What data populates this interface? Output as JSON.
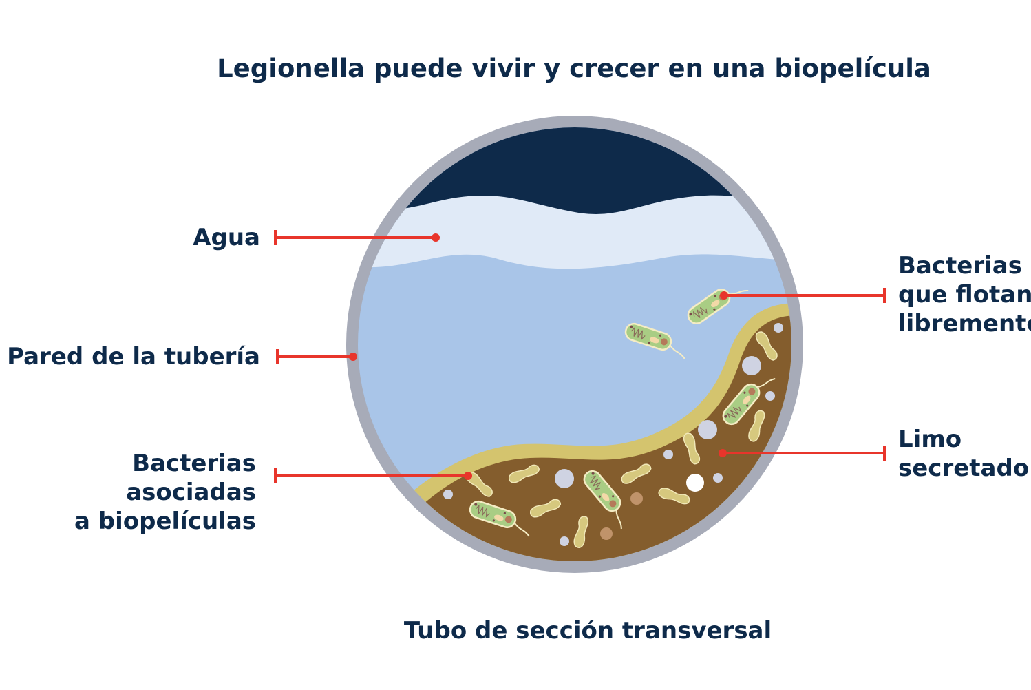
{
  "title": "Legionella puede vivir y crecer en una biopelícula",
  "subtitle": "Tubo de sección transversal",
  "labels": {
    "water": "Agua",
    "pipe_wall": "Pared de la tubería",
    "biofilm_bacteria_1": "Bacterias asociadas",
    "biofilm_bacteria_2": "a biopelículas",
    "free_bacteria_1": "Bacterias",
    "free_bacteria_2": "que flotan",
    "free_bacteria_3": "libremente",
    "slime_1": "Limo",
    "slime_2": "secretado"
  },
  "colors": {
    "navy": "#0e2a4a",
    "pointer": "#e8352b",
    "pipe": "#a7abb8",
    "water": "#a9c5e8",
    "water_light": "#e0eaf7",
    "slime": "#845d2d",
    "slime_edge": "#d4c46e",
    "bacteria": "#a9cd84"
  }
}
